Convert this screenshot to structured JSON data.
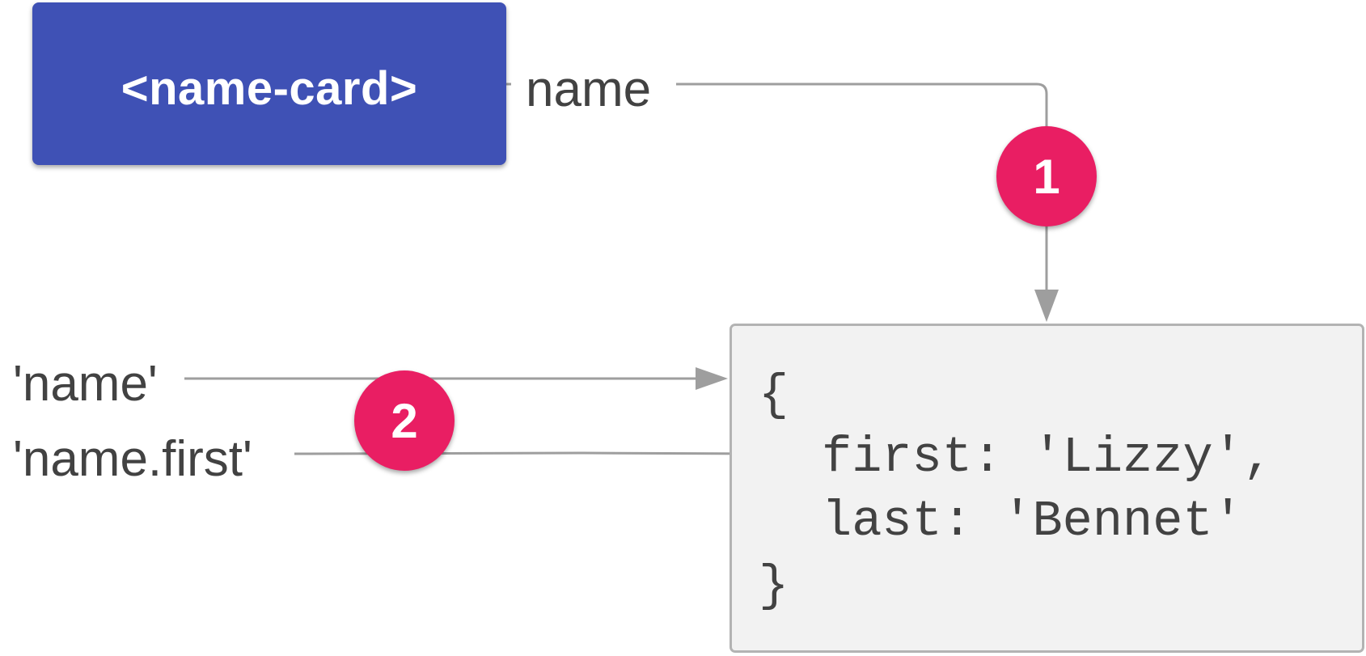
{
  "element": {
    "label": "<name-card>"
  },
  "property": {
    "label": "name"
  },
  "paths": {
    "path_a": "'name'",
    "path_b": "'name.first'"
  },
  "object": {
    "open_brace": "{",
    "line_first": "first: 'Lizzy',",
    "line_last": "last: 'Bennet'",
    "close_brace": "}"
  },
  "badges": {
    "one": "1",
    "two": "2"
  },
  "colors": {
    "element_fill": "#3f51b5",
    "badge_fill": "#e91e63",
    "connector": "#9e9e9e",
    "object_fill": "#f2f2f2",
    "object_border": "#b3b3b3",
    "text": "#424242"
  }
}
